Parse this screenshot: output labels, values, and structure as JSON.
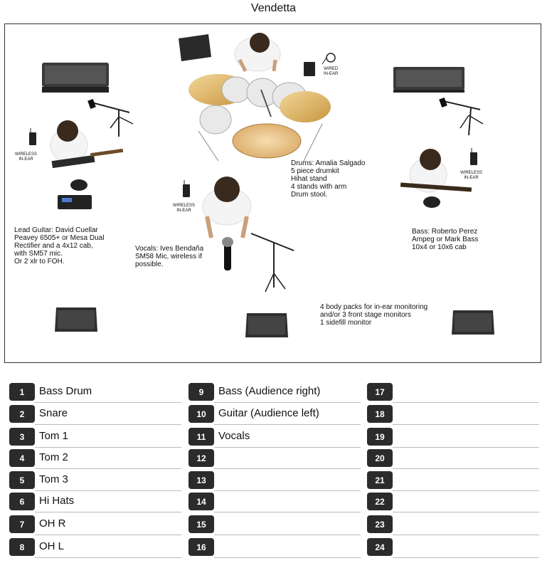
{
  "title": "Vendetta",
  "notes": {
    "lead_guitar": "Lead Guitar: David Cuellar\nPeavey 6505+ or Mesa Dual\nRectifier and a 4x12 cab,\nwith SM57 mic.\nOr 2 xlr to FOH.",
    "drums": "Drums: Amalia Salgado\n5 piece drumkit\nHihat stand\n4 stands with arm\nDrum stool.",
    "vocals": "Vocals: Ives Bendaña\nSM58 Mic, wireless if\npossible.",
    "bass": "Bass: Roberto Perez\nAmpeg or Mark Bass\n10x4 or 10x6 cab",
    "monitors": "4 body packs for in-ear monitoring\nand/or 3 front stage monitors\n1 sidefill monitor"
  },
  "in_ear_labels": {
    "guitar": "WIRELESS\nIN-EAR",
    "vocals": "WIRELESS\nIN-EAR",
    "bass": "WIRELESS\nIN-EAR",
    "drums": "WIRED\nIN-EAR"
  },
  "input_list": {
    "columns": [
      [
        {
          "num": "1",
          "label": "Bass Drum"
        },
        {
          "num": "2",
          "label": "Snare"
        },
        {
          "num": "3",
          "label": "Tom 1"
        },
        {
          "num": "4",
          "label": "Tom 2"
        },
        {
          "num": "5",
          "label": "Tom 3"
        },
        {
          "num": "6",
          "label": "Hi Hats"
        },
        {
          "num": "7",
          "label": "OH R"
        },
        {
          "num": "8",
          "label": "OH L"
        }
      ],
      [
        {
          "num": "9",
          "label": "Bass (Audience right)"
        },
        {
          "num": "10",
          "label": "Guitar (Audience left)"
        },
        {
          "num": "11",
          "label": "Vocals"
        },
        {
          "num": "12",
          "label": ""
        },
        {
          "num": "13",
          "label": ""
        },
        {
          "num": "14",
          "label": ""
        },
        {
          "num": "15",
          "label": ""
        },
        {
          "num": "16",
          "label": ""
        }
      ],
      [
        {
          "num": "17",
          "label": ""
        },
        {
          "num": "18",
          "label": ""
        },
        {
          "num": "19",
          "label": ""
        },
        {
          "num": "20",
          "label": ""
        },
        {
          "num": "21",
          "label": ""
        },
        {
          "num": "22",
          "label": ""
        },
        {
          "num": "23",
          "label": ""
        },
        {
          "num": "24",
          "label": ""
        }
      ]
    ]
  }
}
